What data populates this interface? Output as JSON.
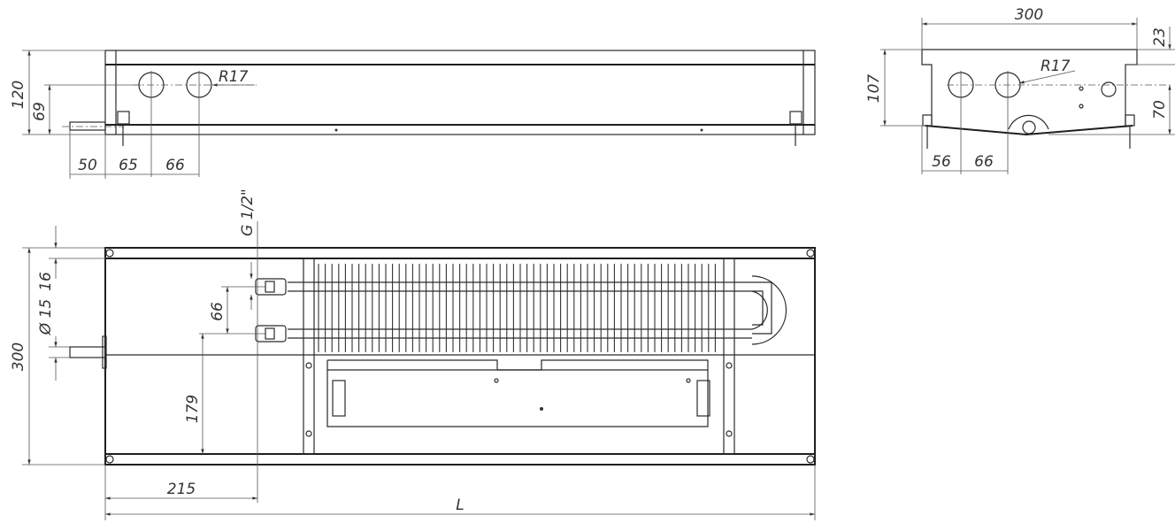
{
  "colors": {
    "line": "#2a2a2a",
    "dimension": "#555555",
    "background": "#ffffff"
  },
  "side_view": {
    "dims": {
      "height": "120",
      "axis_height": "69",
      "stub": "50",
      "first_hole": "65",
      "hole_spacing": "66",
      "radius": "R17"
    }
  },
  "end_view": {
    "dims": {
      "width": "300",
      "top": "23",
      "height": "107",
      "axis_height": "70",
      "first_hole": "56",
      "hole_spacing": "66",
      "radius": "R17"
    }
  },
  "plan_view": {
    "dims": {
      "width": "300",
      "offset": "16",
      "diameter": "Ø 15",
      "pipe_spacing": "66",
      "pipe_height": "179",
      "connection_offset": "215",
      "length": "L",
      "thread": "G 1/2\""
    }
  }
}
